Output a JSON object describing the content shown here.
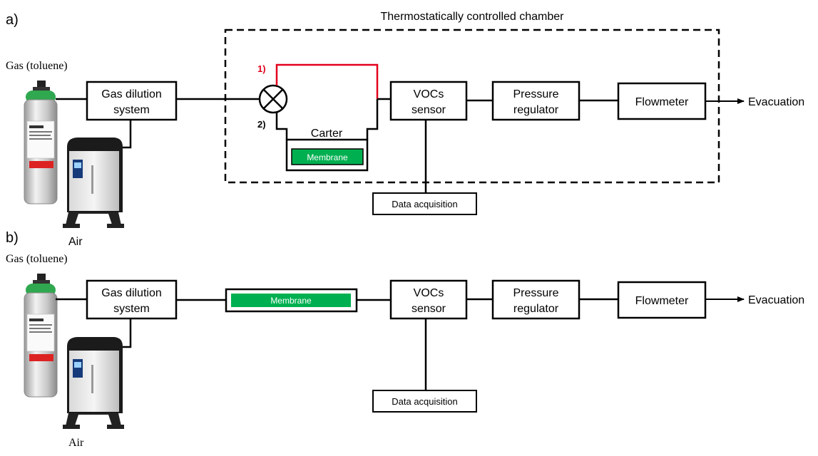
{
  "panel_a": {
    "label": "a)",
    "chamber_title": "Thermostatically controlled chamber",
    "gas_label": "Gas (toluene)",
    "air_label": "Air",
    "dilution_line1": "Gas dilution",
    "dilution_line2": "system",
    "path1_label": "1)",
    "path2_label": "2)",
    "carter_label": "Carter",
    "membrane_label": "Membrane",
    "vocs_line1": "VOCs",
    "vocs_line2": "sensor",
    "pressure_line1": "Pressure",
    "pressure_line2": "regulator",
    "flowmeter_label": "Flowmeter",
    "evacuation_label": "Evacuation",
    "data_acq_label": "Data acquisition"
  },
  "panel_b": {
    "label": "b)",
    "gas_label": "Gas (toluene)",
    "air_label": "Air",
    "dilution_line1": "Gas dilution",
    "dilution_line2": "system",
    "membrane_label": "Membrane",
    "vocs_line1": "VOCs",
    "vocs_line2": "sensor",
    "pressure_line1": "Pressure",
    "pressure_line2": "regulator",
    "flowmeter_label": "Flowmeter",
    "evacuation_label": "Evacuation",
    "data_acq_label": "Data acquisition"
  },
  "colors": {
    "line": "#000000",
    "path1": "#e3001b",
    "membrane_fill": "#00b050",
    "membrane_text": "#ffffff"
  },
  "icons": {
    "gas_cylinder": "gas-cylinder-icon",
    "air_generator": "air-generator-icon",
    "valve": "three-way-valve-icon"
  }
}
